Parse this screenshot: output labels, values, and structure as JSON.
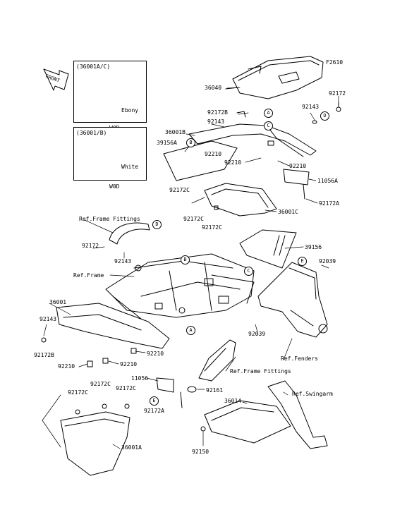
{
  "figure_code": "F2610",
  "front_label": "FRONT",
  "insets": [
    {
      "code": "(36001A/C)",
      "color": "Ebony",
      "spec": "W0D"
    },
    {
      "code": "(36001/B)",
      "color": "White",
      "spec": "W0D"
    }
  ],
  "circled_refs": [
    "A",
    "B",
    "C",
    "D",
    "E"
  ],
  "part_labels": {
    "p36040": "36040",
    "p92172_top": "92172",
    "p92143_top_right": "92143",
    "p92172B_top": "92172B",
    "p92143_top_mid": "92143",
    "p36001B": "36001B",
    "p39156A": "39156A",
    "p92210_a": "92210",
    "p92210_b": "92210",
    "p92210_c": "92210",
    "p11056A": "11056A",
    "p92172C_a": "92172C",
    "p92172C_b": "92172C",
    "p92172C_c": "92172C",
    "p36001C": "36001C",
    "p92172A_a": "92172A",
    "p39156": "39156",
    "p92172_mid": "92172",
    "p92143_mid": "92143",
    "p92039_a": "92039",
    "p92039_b": "92039",
    "p36001": "36001",
    "p92143_left": "92143",
    "p92172B_left": "92172B",
    "p92210_d": "92210",
    "p92210_e": "92210",
    "p92210_f": "92210",
    "p11056": "11056",
    "p92161": "92161",
    "p92172C_d": "92172C",
    "p92172C_e": "92172C",
    "p92172A_b": "92172A",
    "p36014": "36014",
    "p36001A": "36001A",
    "p92150": "92150"
  },
  "reference_labels": {
    "ref_frame_fittings_top": "Ref.Frame Fittings",
    "ref_frame": "Ref.Frame",
    "ref_fenders": "Ref.Fenders",
    "ref_frame_fittings_bottom": "Ref.Frame Fittings",
    "ref_swingarm": "Ref.Swingarm"
  }
}
